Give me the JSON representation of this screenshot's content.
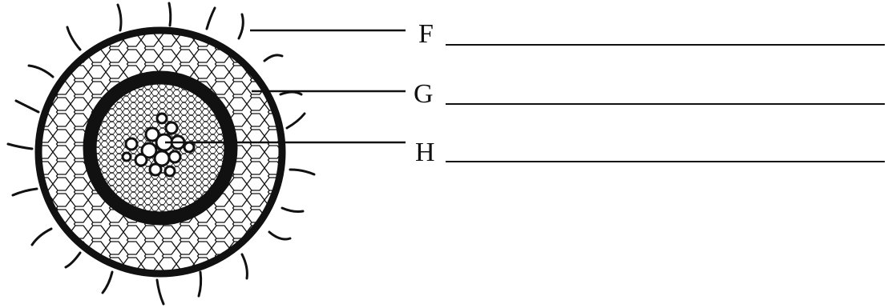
{
  "figure": {
    "subject": "root-cross-section",
    "ink_color": "#111111",
    "background_color": "#ffffff"
  },
  "labels": [
    {
      "letter": "F",
      "answer_line": ""
    },
    {
      "letter": "G",
      "answer_line": ""
    },
    {
      "letter": "H",
      "answer_line": ""
    }
  ]
}
